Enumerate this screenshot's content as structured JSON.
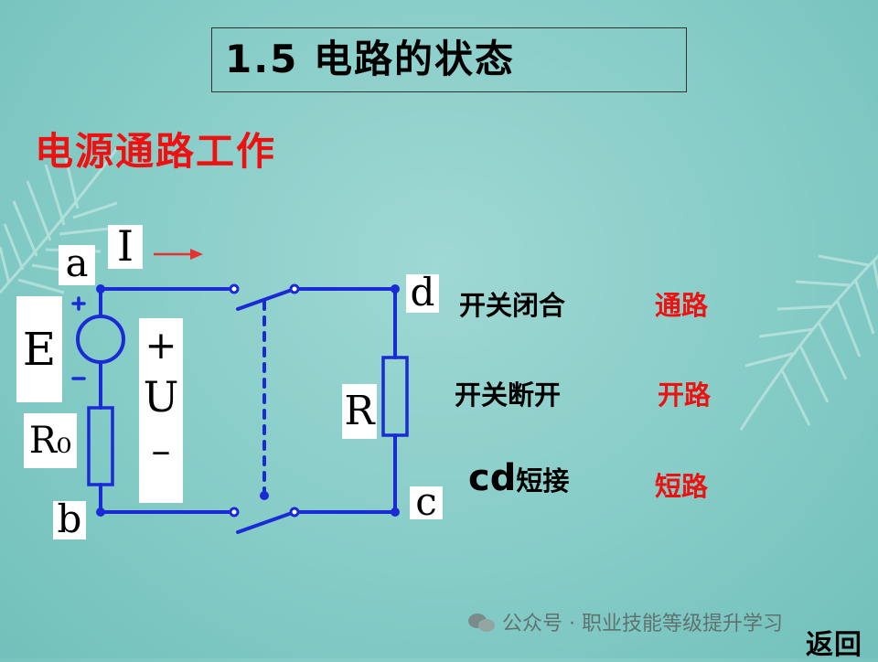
{
  "title": "1.5  电路的状态",
  "subtitle": "电源通路工作",
  "circuit_labels": {
    "a": "a",
    "b": "b",
    "c": "c",
    "d": "d",
    "E": "E",
    "R0": "R₀",
    "R": "R",
    "I": "I",
    "U_plus": "+",
    "U": "U",
    "U_minus": "–",
    "E_plus": "+",
    "E_minus": "-"
  },
  "states": [
    {
      "condition": "开关闭合",
      "result": "通路"
    },
    {
      "condition": "开关断开",
      "result": "开路"
    },
    {
      "condition_prefix": "cd",
      "condition": "短接",
      "result": "短路"
    }
  ],
  "watermark": "公众号 · 职业技能等级提升学习",
  "back_button": "返回",
  "colors": {
    "wire": "#1a2bd6",
    "accent": "#ee1111",
    "arrow": "#e83030"
  }
}
